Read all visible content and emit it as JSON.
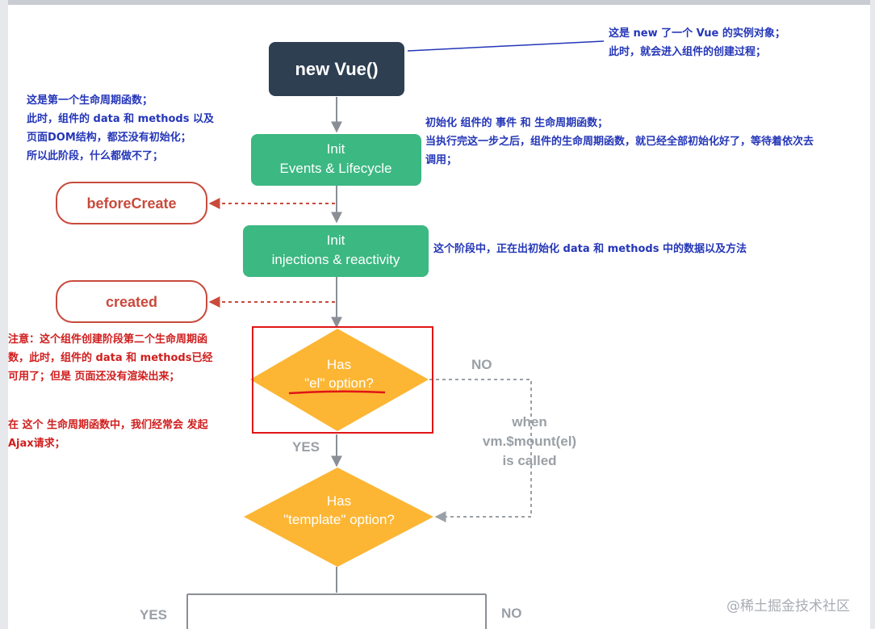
{
  "nodes": {
    "new_vue": "new Vue()",
    "init_events_l1": "Init",
    "init_events_l2": "Events & Lifecycle",
    "before_create": "beforeCreate",
    "init_inject_l1": "Init",
    "init_inject_l2": "injections & reactivity",
    "created": "created",
    "has_el_l1": "Has",
    "has_el_l2": "\"el\" option?",
    "has_template_l1": "Has",
    "has_template_l2": "\"template\" option?"
  },
  "edge_labels": {
    "no_1": "NO",
    "yes_1": "YES",
    "when_l1": "when",
    "when_l2": "vm.$mount(el)",
    "when_l3": "is called",
    "yes_2": "YES",
    "no_2": "NO"
  },
  "notes": {
    "new_vue": "这是 new 了一个 Vue 的实例对象；\n此时，就会进入组件的创建过程；",
    "before_create": "这是第一个生命周期函数；\n此时，组件的 data 和 methods 以及\n页面DOM结构，都还没有初始化；\n所以此阶段，什么都做不了；",
    "init_events": "初始化 组件的 事件 和  生命周期函数；\n当执行完这一步之后，组件的生命周期函数，就已经全部初始化好了，等待着依次去\n调用；",
    "init_inject": "这个阶段中，正在出初始化 data 和 methods 中的数据以及方法",
    "created": "注意：这个组件创建阶段第二个生命周期函\n数，此时，组件的 data 和 methods已经\n可用了；但是 页面还没有渲染出来；",
    "ajax": "在  这个 生命周期函数中，我们经常会 发起\nAjax请求；"
  },
  "watermark": "@稀土掘金技术社区",
  "colors": {
    "dark_node": "#2f3f52",
    "green_node": "#3cb882",
    "orange_diamond": "#fcb634",
    "hook_border": "#c94a3c",
    "hook_text": "#c94a3c",
    "arrow": "#8a8f96",
    "dotted": "#9aa0a6",
    "highlight_box": "#e01515",
    "note_blue": "#2436b8",
    "note_red": "#d01e1e"
  }
}
